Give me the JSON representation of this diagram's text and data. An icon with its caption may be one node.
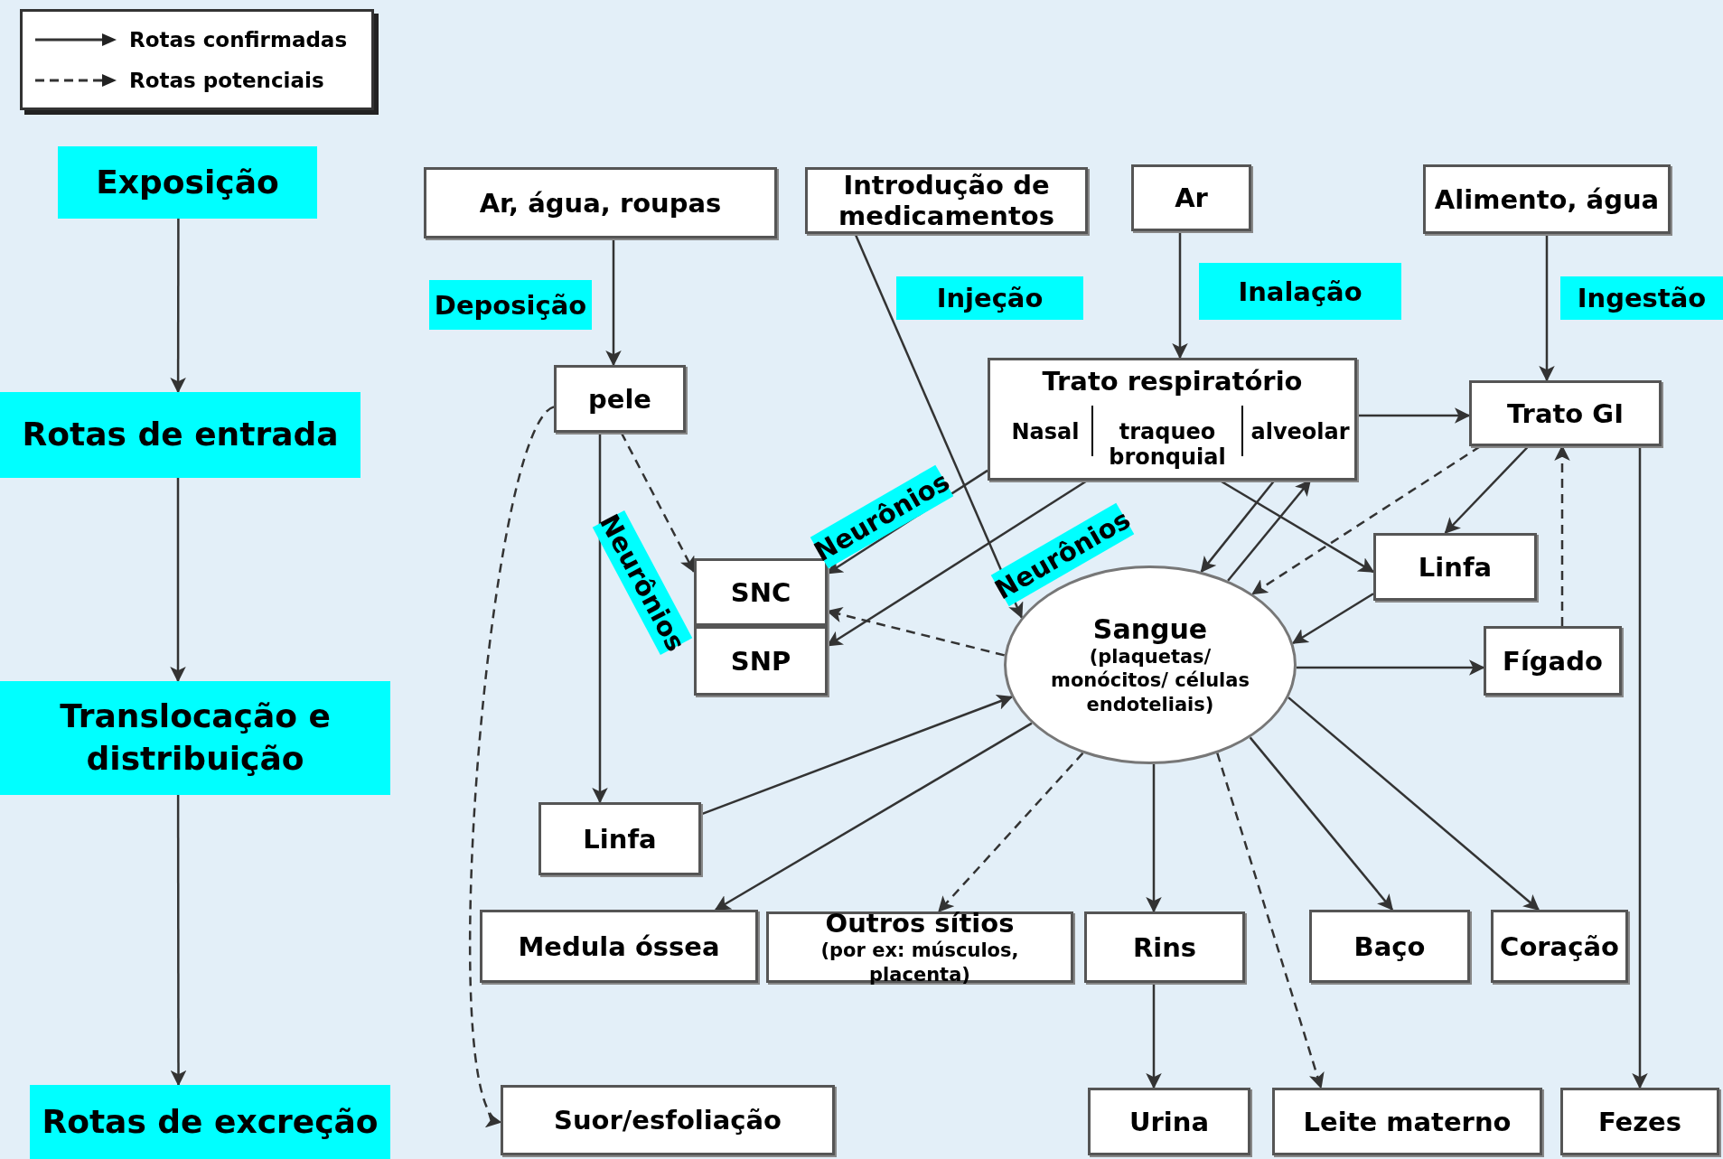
{
  "diagram": {
    "nodes": [
      {
        "text": [
          "Exposição"
        ]
      },
      {
        "text": [
          "Rotas de entrada"
        ]
      },
      {
        "text": [
          "Translocação e distribuição"
        ]
      },
      {
        "text": [
          "Rotas de excreção"
        ]
      },
      {
        "text": [
          "Ar, água, roupas"
        ]
      },
      {
        "text": [
          "Introdução de medicamentos"
        ]
      },
      {
        "text": [
          "Ar"
        ]
      },
      {
        "text": [
          "Alimento, água"
        ]
      },
      {
        "text": [
          "pele"
        ]
      },
      {
        "text": [
          "Trato respiratório",
          "Nasal",
          "traqueo bronquial",
          "alveolar"
        ]
      },
      {
        "text": [
          "Trato GI"
        ]
      },
      {
        "text": [
          "SNC"
        ]
      },
      {
        "text": [
          "SNP"
        ]
      },
      {
        "text": [
          "Linfa"
        ]
      },
      {
        "text": [
          "Sangue",
          "(plaquetas/ monócitos/ células endoteliais)"
        ]
      },
      {
        "text": [
          "Fígado"
        ]
      },
      {
        "text": [
          "Linfa"
        ]
      },
      {
        "text": [
          "Medula óssea"
        ]
      },
      {
        "text": [
          "Outros sítios",
          "(por ex: músculos, placenta)"
        ]
      },
      {
        "text": [
          "Rins"
        ]
      },
      {
        "text": [
          "Baço"
        ]
      },
      {
        "text": [
          "Coração"
        ]
      },
      {
        "text": [
          "Suor/esfoliação"
        ]
      },
      {
        "text": [
          "Urina"
        ]
      },
      {
        "text": [
          "Leite materno"
        ]
      },
      {
        "text": [
          "Fezes"
        ]
      }
    ],
    "edges": [
      {
        "from": 0,
        "to": 1,
        "arrow": "to"
      },
      {
        "from": 1,
        "to": 2,
        "arrow": "to"
      },
      {
        "from": 2,
        "to": 3,
        "arrow": "to"
      },
      {
        "from": 4,
        "to": 8,
        "arrow": "to",
        "label": "Deposição"
      },
      {
        "from": 5,
        "to": 14,
        "arrow": "to",
        "label": "Injeção"
      },
      {
        "from": 6,
        "to": 9,
        "arrow": "to",
        "label": "Inalação"
      },
      {
        "from": 7,
        "to": 10,
        "arrow": "to",
        "label": "Ingestão"
      },
      {
        "from": 8,
        "to": 11,
        "arrow": "to",
        "label": "Neurônios",
        "style": "dashed"
      },
      {
        "from": 8,
        "to": 16,
        "arrow": "to"
      },
      {
        "from": 8,
        "to": 22,
        "arrow": "to",
        "style": "dashed"
      },
      {
        "from": 9,
        "to": 11,
        "arrow": "to",
        "label": "Neurônios"
      },
      {
        "from": 9,
        "to": 12,
        "arrow": "to",
        "label": "Neurônios"
      },
      {
        "from": 9,
        "to": 10,
        "arrow": "to"
      },
      {
        "from": 9,
        "to": 14,
        "arrow": "to"
      },
      {
        "from": 14,
        "to": 9,
        "arrow": "to"
      },
      {
        "from": 9,
        "to": 13,
        "arrow": "to"
      },
      {
        "from": 10,
        "to": 13,
        "arrow": "to"
      },
      {
        "from": 10,
        "to": 14,
        "arrow": "to",
        "style": "dashed"
      },
      {
        "from": 13,
        "to": 14,
        "arrow": "to"
      },
      {
        "from": 15,
        "to": 10,
        "arrow": "to",
        "style": "dashed"
      },
      {
        "from": 14,
        "to": 15,
        "arrow": "to"
      },
      {
        "from": 14,
        "to": 11,
        "arrow": "to",
        "style": "dashed"
      },
      {
        "from": 16,
        "to": 14,
        "arrow": "to"
      },
      {
        "from": 14,
        "to": 17,
        "arrow": "to"
      },
      {
        "from": 14,
        "to": 18,
        "arrow": "to",
        "style": "dashed"
      },
      {
        "from": 14,
        "to": 19,
        "arrow": "to"
      },
      {
        "from": 14,
        "to": 24,
        "arrow": "to",
        "style": "dashed"
      },
      {
        "from": 14,
        "to": 20,
        "arrow": "to"
      },
      {
        "from": 14,
        "to": 21,
        "arrow": "to"
      },
      {
        "from": 19,
        "to": 23,
        "arrow": "to"
      },
      {
        "from": 10,
        "to": 25,
        "arrow": "to"
      }
    ],
    "legend": [
      {
        "text": "Rotas confirmadas"
      },
      {
        "text": "Rotas potenciais"
      }
    ]
  }
}
